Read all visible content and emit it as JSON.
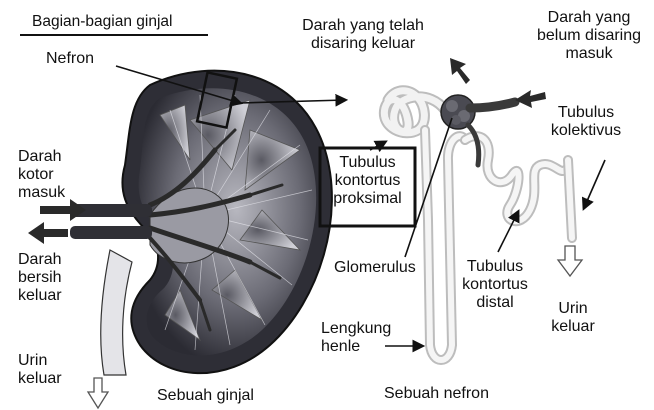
{
  "diagram": {
    "title": "Bagian-bagian ginjal",
    "labels": {
      "nefron": "Nefron",
      "darah_disaring_keluar": [
        "Darah yang telah",
        "disaring keluar"
      ],
      "darah_belum_disaring": [
        "Darah yang",
        "belum disaring",
        "masuk"
      ],
      "tubulus_kolektivus": [
        "Tubulus",
        "kolektivus"
      ],
      "darah_kotor_masuk": [
        "Darah",
        "kotor",
        "masuk"
      ],
      "tubulus_proksimal": [
        "Tubulus",
        "kontortus",
        "proksimal"
      ],
      "darah_bersih_keluar": [
        "Darah",
        "bersih",
        "keluar"
      ],
      "glomerulus": "Glomerulus",
      "tubulus_distal": [
        "Tubulus",
        "kontortus",
        "distal"
      ],
      "urin_keluar_nefron": [
        "Urin",
        "keluar"
      ],
      "lengkung_henle": [
        "Lengkung",
        "henle"
      ],
      "urin_keluar_ginjal": [
        "Urin",
        "keluar"
      ],
      "sebuah_ginjal": "Sebuah ginjal",
      "sebuah_nefron": "Sebuah nefron"
    },
    "colors": {
      "kidney_dark": "#2b2b33",
      "kidney_mid": "#8a8a94",
      "kidney_light": "#d9d9de",
      "vessel": "#3a3a3a",
      "outline": "#111111"
    }
  }
}
